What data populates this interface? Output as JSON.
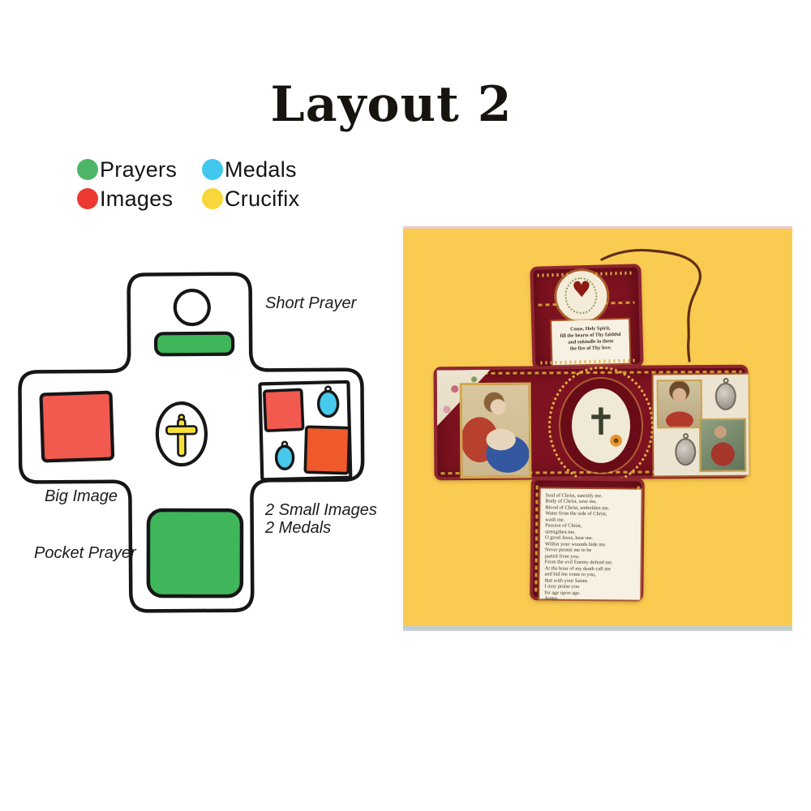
{
  "page": {
    "title": "Layout 2",
    "background": "#ffffff"
  },
  "legend": {
    "items": [
      {
        "label": "Prayers",
        "color": "#4cb566"
      },
      {
        "label": "Images",
        "color": "#ec3a31"
      },
      {
        "label": "Medals",
        "color": "#41c8ef"
      },
      {
        "label": "Crucifix",
        "color": "#f8d73a"
      }
    ]
  },
  "diagram": {
    "labels": {
      "short_prayer": "Short Prayer",
      "big_image": "Big Image",
      "small_images": "2 Small Images",
      "medals": "2 Medals",
      "pocket_prayer": "Pocket Prayer"
    },
    "colors": {
      "outline": "#161616",
      "paper": "#ffffff",
      "prayer_green": "#3fb65a",
      "image_red": "#f2594f",
      "image_orange": "#ee5a2b",
      "medal_cyan": "#46c9ec",
      "crucifix_yellow": "#f6e13b"
    }
  },
  "photo": {
    "background": "#f9cb50",
    "top_strip": "#efc9c4",
    "bottom_strip": "#c5ced1",
    "fabric": "#7e1220",
    "hem": "#8e2531",
    "gold": "#cf9a34",
    "patch": "#f6f1e2",
    "cord": "#5f2f17",
    "top_prayer": "Come, Holy Spirit,\nfill the hearts of Thy faithful\nand enkindle in them\nthe fire of Thy love.",
    "bottom_prayer": "Soul of Christ, sanctify me.\nBody of Christ, save me.\nBlood of Christ, embolden me.\nWater from the side of Christ,\nwash me.\nPassion of Christ,\nstrengthen me.\nO good Jesus, hear me.\nWithin your wounds hide me.\nNever permit me to be\nparted from you.\nFrom the evil Enemy defend me.\nAt the hour of my death call me\nand bid me come to you,\nthat with your Saints\nI may praise you\nfor age upon age.\nAmen."
  }
}
